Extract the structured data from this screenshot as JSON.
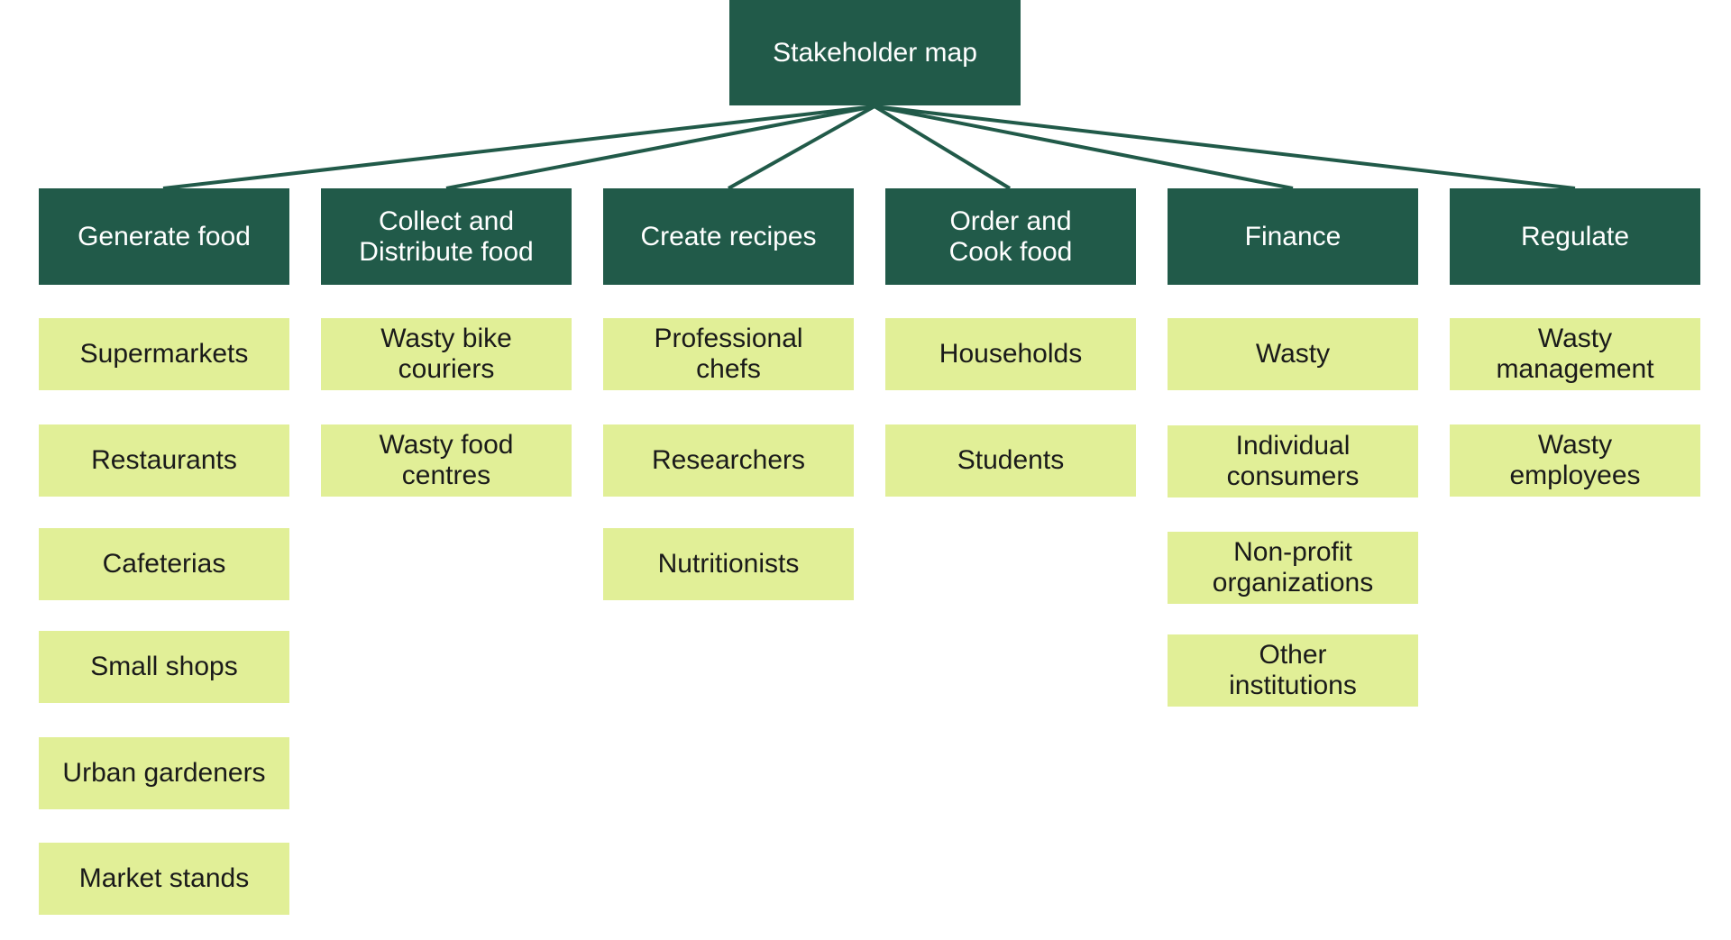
{
  "diagram": {
    "title": "Stakeholder map",
    "colors": {
      "dark_green": "#215a49",
      "light_green": "#e1ef97",
      "connector": "#215a49"
    },
    "categories": [
      {
        "label": "Generate food",
        "items": [
          "Supermarkets",
          "Restaurants",
          "Cafeterias",
          "Small shops",
          "Urban gardeners",
          "Market stands"
        ]
      },
      {
        "label": "Collect and\nDistribute food",
        "items": [
          "Wasty bike\ncouriers",
          "Wasty food\ncentres"
        ]
      },
      {
        "label": "Create recipes",
        "items": [
          "Professional\nchefs",
          "Researchers",
          "Nutritionists"
        ]
      },
      {
        "label": "Order and\nCook food",
        "items": [
          "Households",
          "Students"
        ]
      },
      {
        "label": "Finance",
        "items": [
          "Wasty",
          "Individual\nconsumers",
          "Non-profit\norganizations",
          "Other\ninstitutions"
        ]
      },
      {
        "label": "Regulate",
        "items": [
          "Wasty\nmanagement",
          "Wasty\nemployees"
        ]
      }
    ]
  }
}
